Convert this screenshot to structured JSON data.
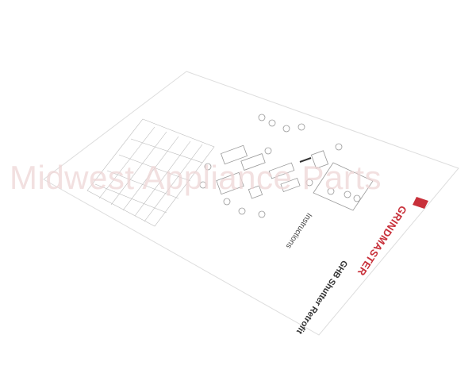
{
  "document": {
    "brand": "GRINDMASTER",
    "title": "GHB Shutter Retrofit",
    "subtitle": "Instructions",
    "brand_color": "#c8303a"
  },
  "watermark": "Midwest Appliance Parts"
}
